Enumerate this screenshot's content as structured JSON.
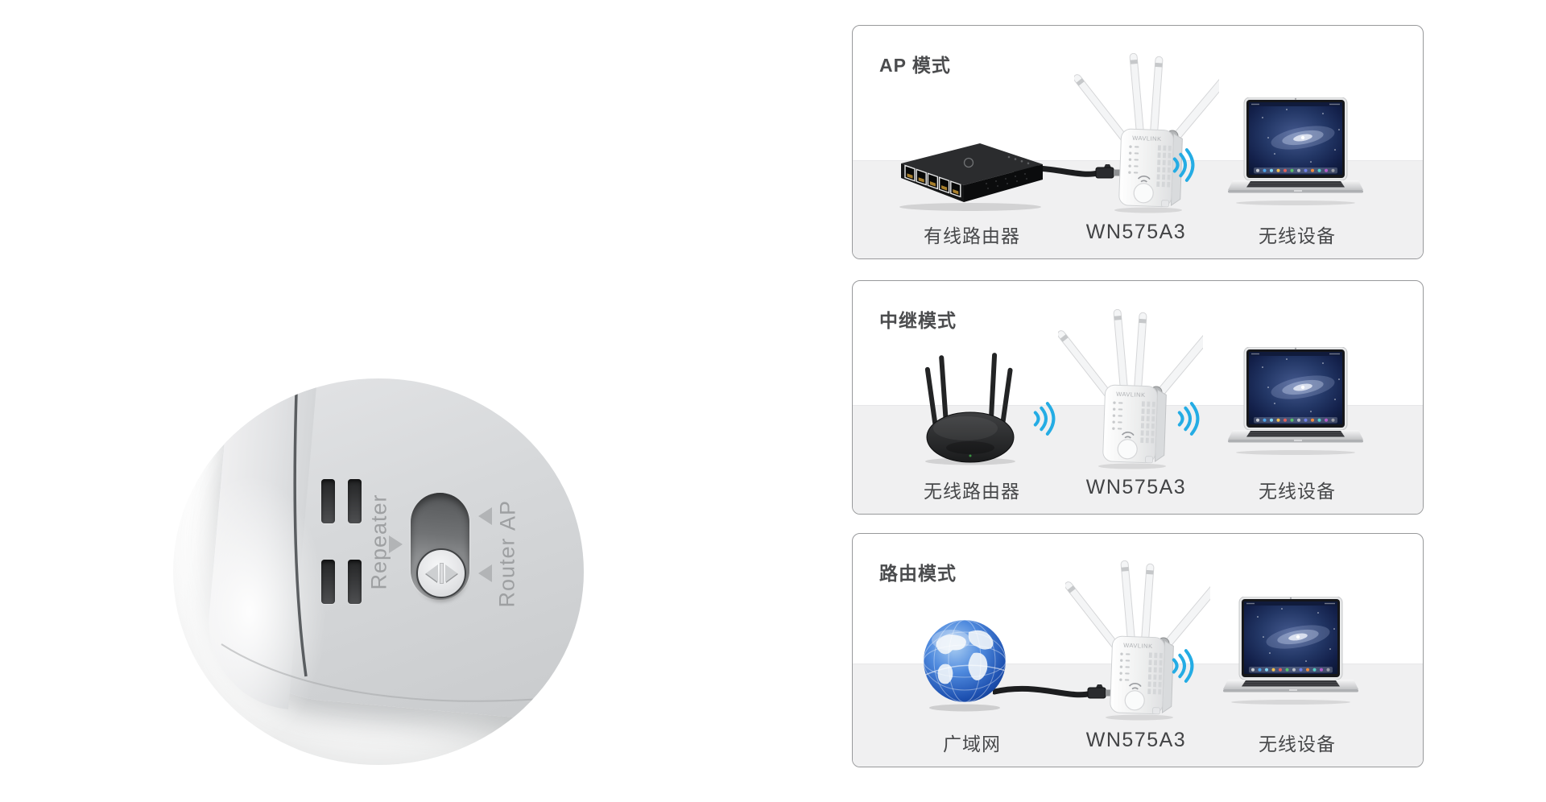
{
  "photo": {
    "repeater_label": "Repeater",
    "ap_label": "AP",
    "router_label": "Router"
  },
  "device": {
    "brand": "WAVLINK",
    "model": "WN575A3"
  },
  "panels": [
    {
      "id": "ap-mode",
      "title": "AP 模式",
      "left_device": "wired-router",
      "left_label": "有线路由器",
      "center_label": "WN575A3",
      "right_label": "无线设备",
      "link_left": "cable",
      "link_right": "wifi"
    },
    {
      "id": "repeater-mode",
      "title": "中继模式",
      "left_device": "wireless-router",
      "left_label": "无线路由器",
      "center_label": "WN575A3",
      "right_label": "无线设备",
      "link_left": "wifi",
      "link_right": "wifi"
    },
    {
      "id": "router-mode",
      "title": "路由模式",
      "left_device": "internet-globe",
      "left_label": "广域网",
      "center_label": "WN575A3",
      "right_label": "无线设备",
      "link_left": "cable",
      "link_right": "wifi"
    }
  ],
  "colors": {
    "wifi_wave": "#24ACE4",
    "panel_border": "#98999B",
    "title_text": "#4B4C4E",
    "label_text": "#47484A",
    "floor": "#F0F0F1",
    "photo_text": "#9EA0A2"
  }
}
